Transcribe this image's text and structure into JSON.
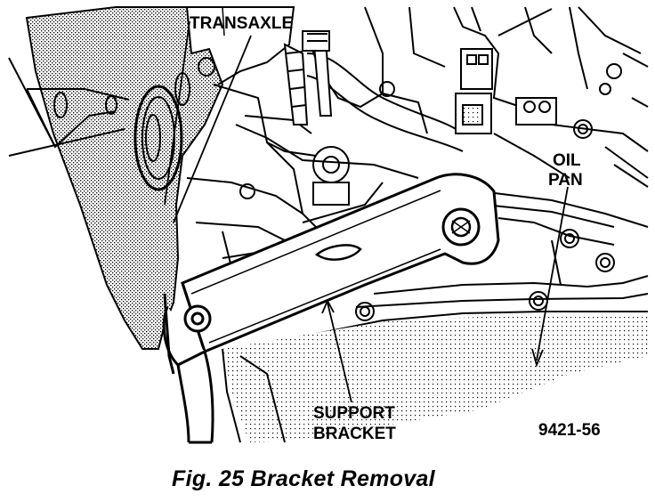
{
  "labels": {
    "transaxle": "TRANSAXLE",
    "oil_line1": "OIL",
    "oil_line2": "PAN",
    "support_line1": "SUPPORT",
    "support_line2": "BRACKET",
    "fig_id": "9421-56"
  },
  "caption": "Fig. 25 Bracket Removal",
  "colors": {
    "ink": "#000000",
    "paper": "#ffffff"
  }
}
